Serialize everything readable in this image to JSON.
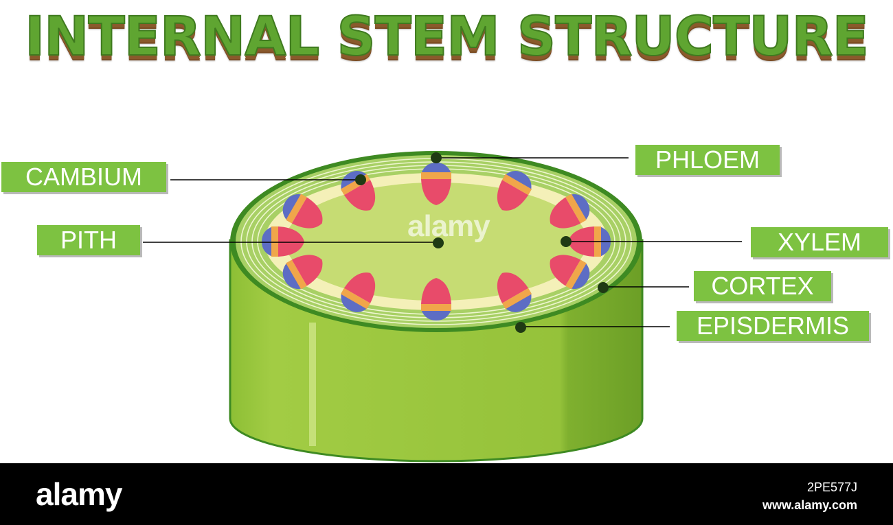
{
  "title": "INTERNAL STEM STRUCTURE",
  "labels": {
    "cambium": "CAMBIUM",
    "pith": "PITH",
    "phloem": "PHLOEM",
    "xylem": "XYLEM",
    "cortex": "CORTEX",
    "epidermis": "EPISDERMIS"
  },
  "watermark": "alamy",
  "footer": {
    "logo": "alamy",
    "image_id": "2PE577J",
    "url": "www.alamy.com"
  },
  "colors": {
    "label_bg": "#7dc241",
    "epidermis": "#3e8a22",
    "cortex": "#b8d97a",
    "pith": "#c6dc73",
    "side": "#8fbe3a",
    "xylem": "#e84b6a",
    "phloem": "#5d6dc4",
    "cambium": "#f0a64a"
  }
}
